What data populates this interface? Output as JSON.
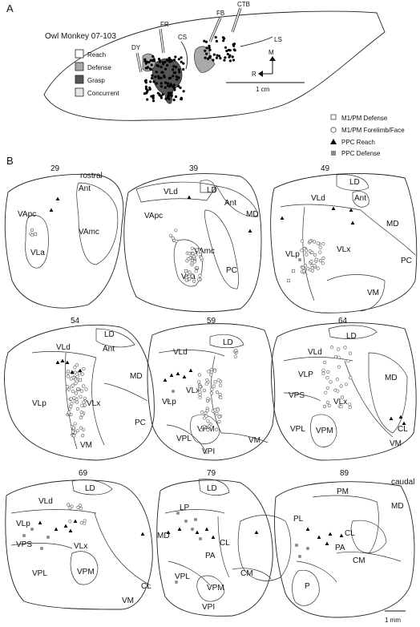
{
  "panel_a": {
    "letter": "A",
    "title": "Owl Monkey 07-103",
    "legend": [
      "Reach",
      "Defense",
      "Grasp",
      "Concurrent"
    ],
    "injections": [
      "DY",
      "FR",
      "FB",
      "CTB"
    ],
    "sulci": [
      "CS",
      "LS"
    ],
    "compass": {
      "m": "M",
      "r": "R"
    },
    "scale": "1 cm"
  },
  "panel_b": {
    "letter": "B",
    "legend": [
      "M1/PM Defense",
      "M1/PM Forelimb/Face",
      "PPC Reach",
      "PPC Defense"
    ],
    "scale": "1 mm",
    "sections": [
      {
        "num": "29",
        "extra": "rostral",
        "nuclei": [
          "Ant",
          "VApc",
          "VAmc",
          "VLa"
        ]
      },
      {
        "num": "39",
        "extra": "",
        "nuclei": [
          "LD",
          "VLd",
          "Ant",
          "MD",
          "VApc",
          "VAmc",
          "PC",
          "VLa"
        ]
      },
      {
        "num": "49",
        "extra": "",
        "nuclei": [
          "LD",
          "VLd",
          "Ant",
          "MD",
          "VLp",
          "VLx",
          "PC",
          "VM"
        ]
      },
      {
        "num": "54",
        "extra": "",
        "nuclei": [
          "LD",
          "VLd",
          "Ant",
          "MD",
          "VLp",
          "VLx",
          "PC",
          "VM"
        ]
      },
      {
        "num": "59",
        "extra": "",
        "nuclei": [
          "LD",
          "VLd",
          "VLx",
          "VLp",
          "VPM",
          "VPL",
          "VPI",
          "VM"
        ]
      },
      {
        "num": "64",
        "extra": "",
        "nuclei": [
          "LD",
          "VLd",
          "VLP",
          "MD",
          "VPS",
          "VLx",
          "VPL",
          "VPM",
          "CL",
          "VM"
        ]
      },
      {
        "num": "69",
        "extra": "",
        "nuclei": [
          "LD",
          "VLd",
          "VLp",
          "VPS",
          "VLx",
          "VPL",
          "VPM",
          "CL",
          "VM"
        ]
      },
      {
        "num": "79",
        "extra": "",
        "nuclei": [
          "LD",
          "LP",
          "MD",
          "PA",
          "CL",
          "CM",
          "VPL",
          "VPM",
          "VPI"
        ]
      },
      {
        "num": "89",
        "extra": "caudal",
        "nuclei": [
          "PM",
          "MD",
          "PL",
          "CL",
          "PA",
          "CM",
          "P"
        ]
      }
    ]
  }
}
